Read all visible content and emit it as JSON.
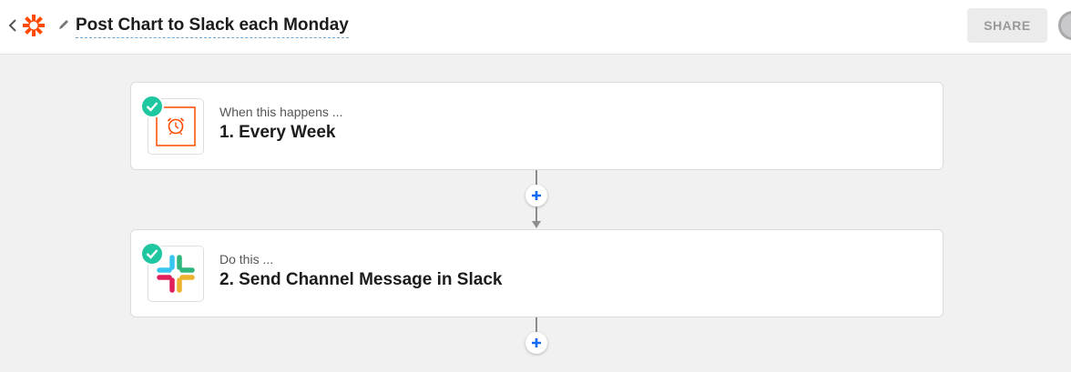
{
  "header": {
    "title": "Post Chart to Slack each Monday",
    "share_label": "SHARE",
    "icons": {
      "back": "chevron-left-icon",
      "logo": "zapier-logo-icon",
      "edit": "pencil-icon",
      "avatar": "user-avatar"
    }
  },
  "steps": [
    {
      "label": "When this happens ...",
      "name": "1. Every Week",
      "app_icon": "schedule-alarm-clock-icon",
      "status": "complete"
    },
    {
      "label": "Do this ...",
      "name": "2. Send Channel Message in Slack",
      "app_icon": "slack-logo-icon",
      "status": "complete"
    }
  ],
  "colors": {
    "accent": "#ff4a00",
    "check": "#1fc7a0",
    "add_plus": "#136bf5",
    "title_underline": "#6aa6d6"
  }
}
